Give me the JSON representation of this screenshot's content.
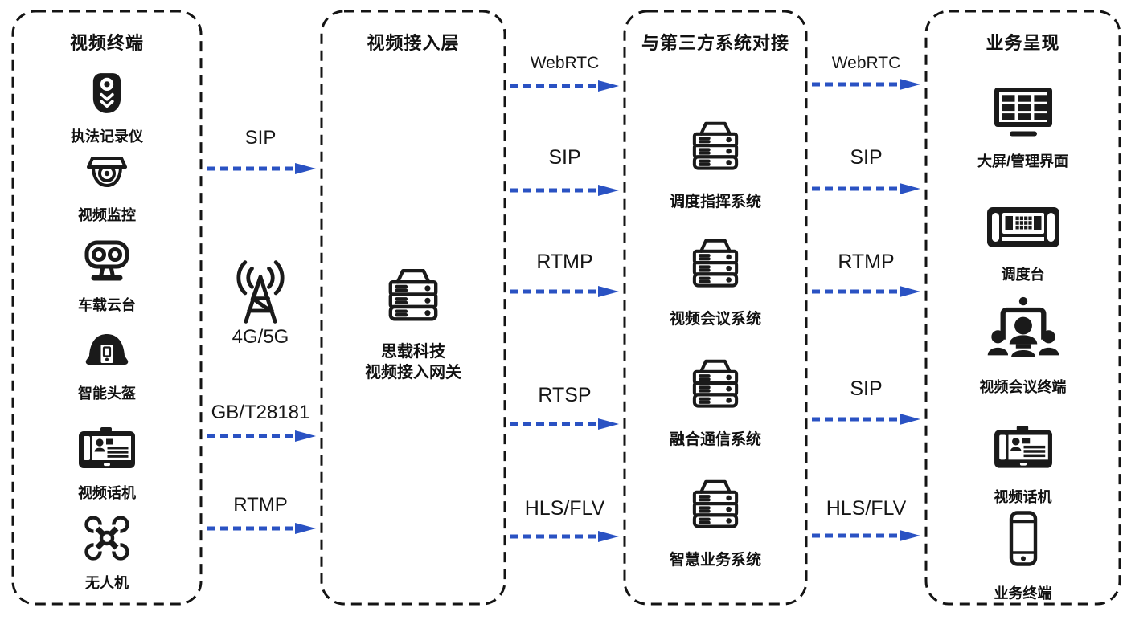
{
  "diagram": {
    "arrow_color": "#2a52c3",
    "columns": [
      {
        "title": "视频终端",
        "items": [
          {
            "icon": "body-camera-icon",
            "label": "执法记录仪"
          },
          {
            "icon": "dome-camera-icon",
            "label": "视频监控"
          },
          {
            "icon": "ptz-camera-icon",
            "label": "车载云台"
          },
          {
            "icon": "smart-helmet-icon",
            "label": "智能头盔"
          },
          {
            "icon": "video-phone-icon",
            "label": "视频话机"
          },
          {
            "icon": "drone-icon",
            "label": "无人机"
          }
        ]
      },
      {
        "title": "视频接入层",
        "items": [
          {
            "icon": "gateway-server-icon",
            "label": "思载科技",
            "label2": "视频接入网关"
          }
        ]
      },
      {
        "title": "与第三方系统对接",
        "items": [
          {
            "icon": "server-icon",
            "label": "调度指挥系统"
          },
          {
            "icon": "server-icon",
            "label": "视频会议系统"
          },
          {
            "icon": "server-icon",
            "label": "融合通信系统"
          },
          {
            "icon": "server-icon",
            "label": "智慧业务系统"
          }
        ]
      },
      {
        "title": "业务呈现",
        "items": [
          {
            "icon": "big-screen-icon",
            "label": "大屏/管理界面"
          },
          {
            "icon": "dispatch-console-icon",
            "label": "调度台"
          },
          {
            "icon": "video-conference-icon",
            "label": "视频会议终端"
          },
          {
            "icon": "video-phone-icon",
            "label": "视频话机"
          },
          {
            "icon": "smartphone-icon",
            "label": "业务终端"
          }
        ]
      }
    ],
    "links_1_2": {
      "protocols": [
        "SIP",
        "GB/T28181",
        "RTMP"
      ],
      "network": {
        "icon": "cell-tower-icon",
        "label": "4G/5G"
      }
    },
    "links_2_3": {
      "protocols": [
        "WebRTC",
        "SIP",
        "RTMP",
        "RTSP",
        "HLS/FLV"
      ]
    },
    "links_3_4": {
      "protocols": [
        "WebRTC",
        "SIP",
        "RTMP",
        "SIP",
        "HLS/FLV"
      ]
    }
  }
}
